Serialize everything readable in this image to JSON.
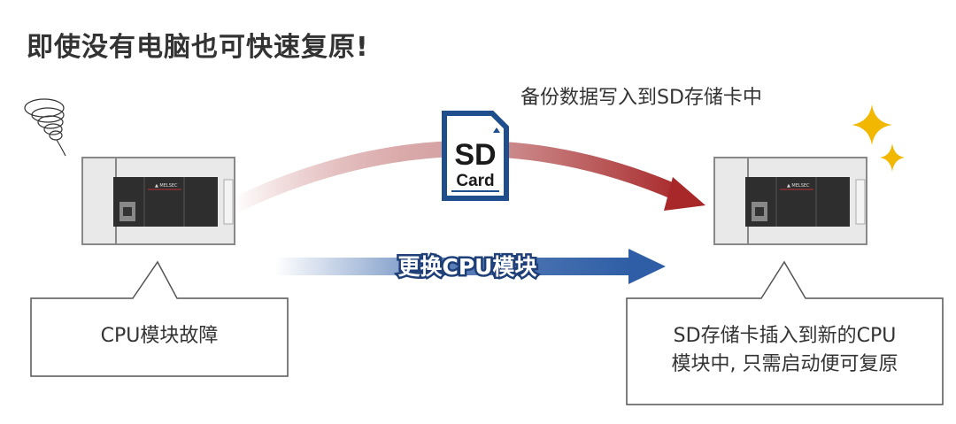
{
  "title": "即使没有电脑也可快速复原!",
  "backup_caption": "备份数据写入到SD存储卡中",
  "sd_card": {
    "line1": "SD",
    "line2": "Card"
  },
  "replace_label": "更换CPU模块",
  "left_callout": "CPU模块故障",
  "right_callout": {
    "line1": "SD存储卡插入到新的CPU",
    "line2": "模块中, 只需启动便可复原"
  },
  "colors": {
    "red_arrow": "#a8282a",
    "blue_arrow": "#2f5ea6",
    "sd_blue": "#1f4e8c",
    "sparkle": "#f2b700",
    "text": "#333333"
  }
}
